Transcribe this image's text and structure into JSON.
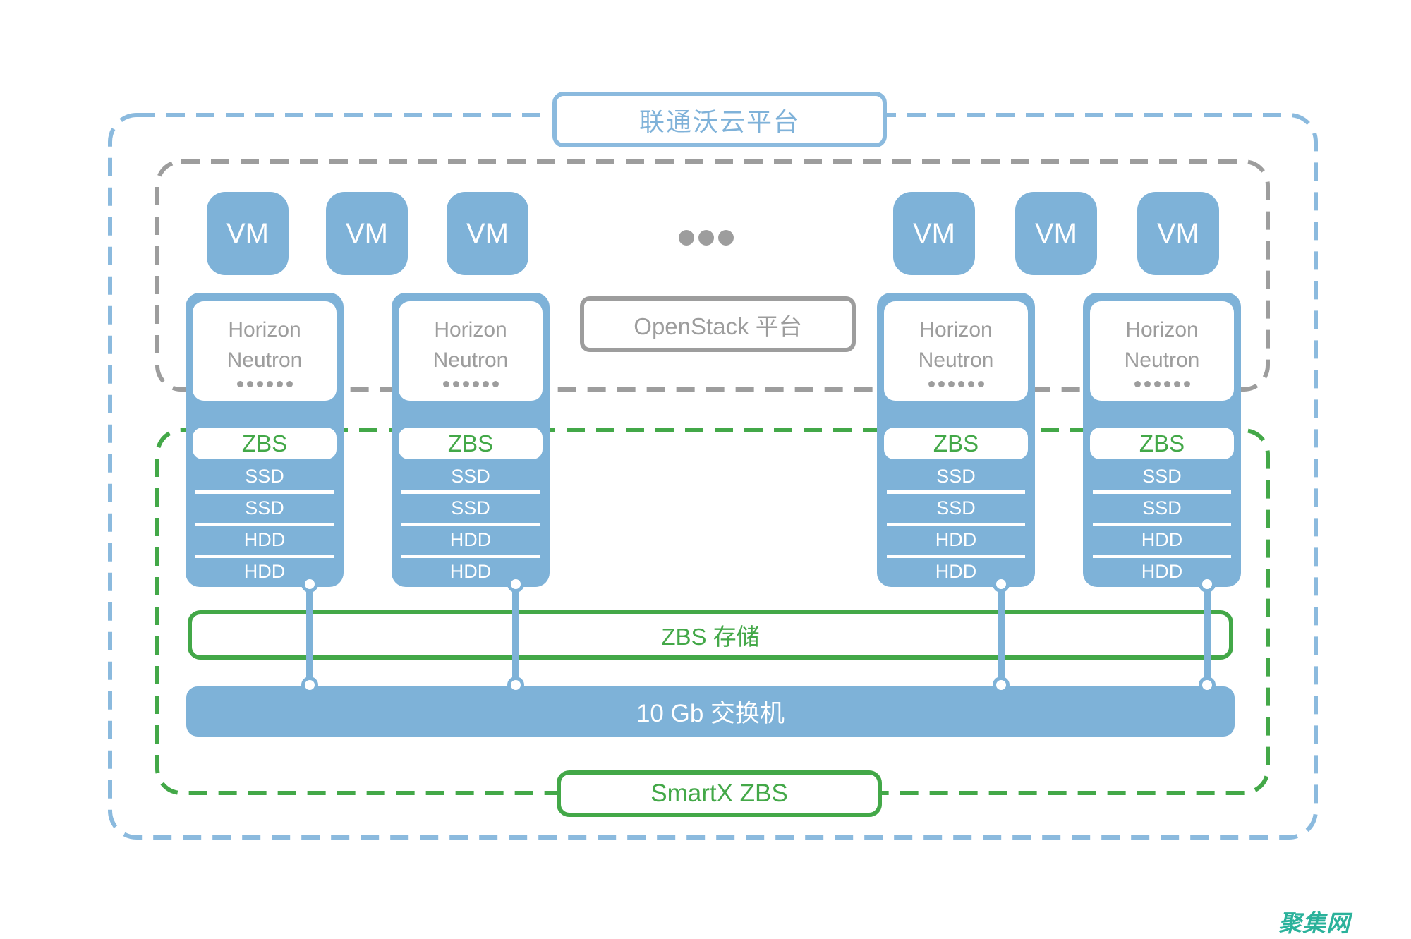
{
  "title": "联通沃云平台",
  "labels": {
    "vm": "VM",
    "openstack": "OpenStack 平台",
    "storage": "ZBS 存储",
    "switch": "10 Gb 交换机",
    "smartx": "SmartX ZBS",
    "watermark": "聚集网"
  },
  "nodes": [
    {
      "app_line1": "Horizon",
      "app_line2": "Neutron",
      "zbs": "ZBS",
      "disks": [
        "SSD",
        "SSD",
        "HDD",
        "HDD"
      ]
    },
    {
      "app_line1": "Horizon",
      "app_line2": "Neutron",
      "zbs": "ZBS",
      "disks": [
        "SSD",
        "SSD",
        "HDD",
        "HDD"
      ]
    },
    {
      "app_line1": "Horizon",
      "app_line2": "Neutron",
      "zbs": "ZBS",
      "disks": [
        "SSD",
        "SSD",
        "HDD",
        "HDD"
      ]
    },
    {
      "app_line1": "Horizon",
      "app_line2": "Neutron",
      "zbs": "ZBS",
      "disks": [
        "SSD",
        "SSD",
        "HDD",
        "HDD"
      ]
    }
  ],
  "colors": {
    "blue_fill": "#7eb2d8",
    "blue_border": "#8bbade",
    "gray": "#9d9d9d",
    "green": "#43a848",
    "watermark_teal": "#2bb29b"
  }
}
